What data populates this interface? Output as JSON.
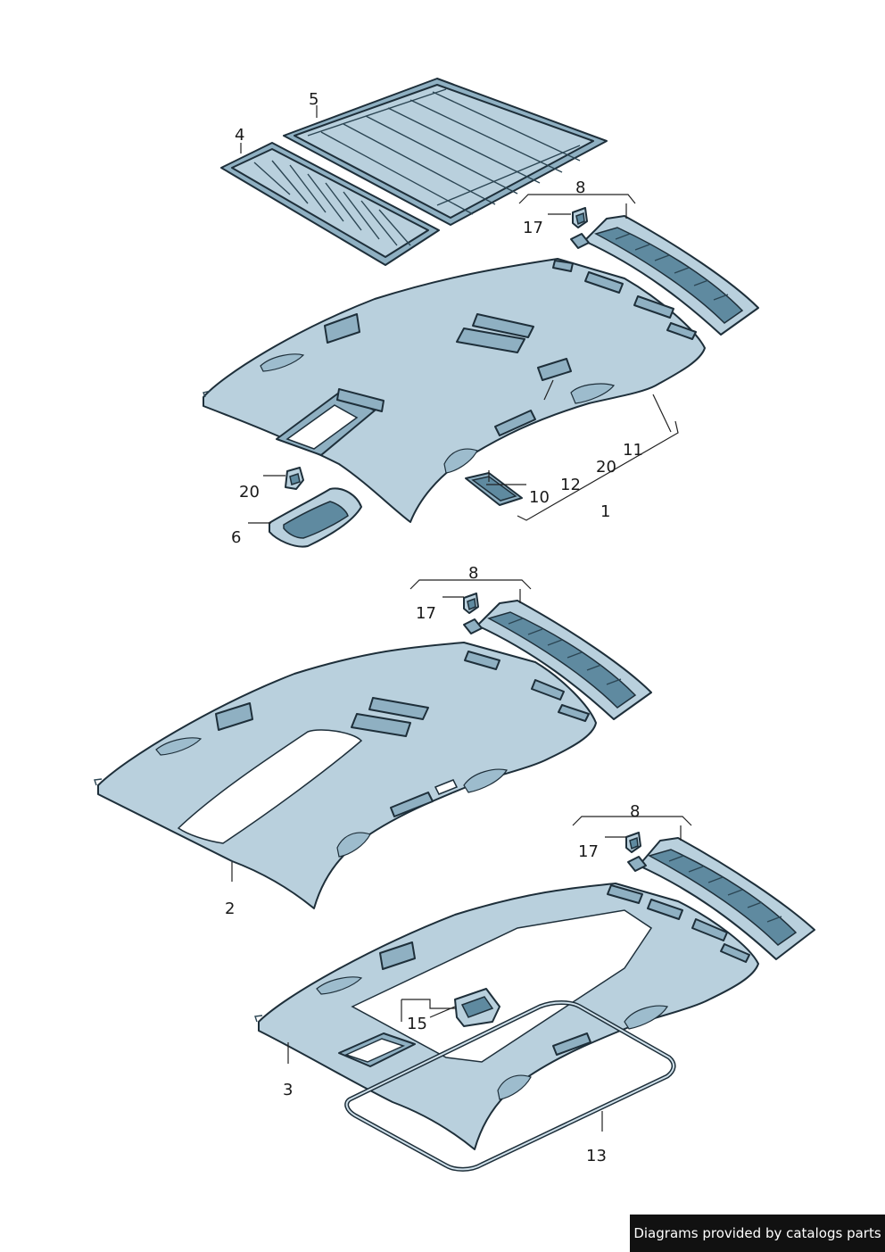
{
  "callouts": {
    "c1": "1",
    "c2": "2",
    "c3": "3",
    "c4": "4",
    "c5": "5",
    "c6": "6",
    "c8a": "8",
    "c8b": "8",
    "c8c": "8",
    "c10": "10",
    "c11": "11",
    "c12": "12",
    "c13": "13",
    "c15": "15",
    "c17a": "17",
    "c17b": "17",
    "c17c": "17",
    "c20a": "20",
    "c20b": "20"
  },
  "footer": {
    "text": "Diagrams provided by catalogs parts"
  },
  "colors": {
    "panel": "#b9d0dd",
    "outline": "#1e2f3a",
    "banner": "#111111"
  }
}
